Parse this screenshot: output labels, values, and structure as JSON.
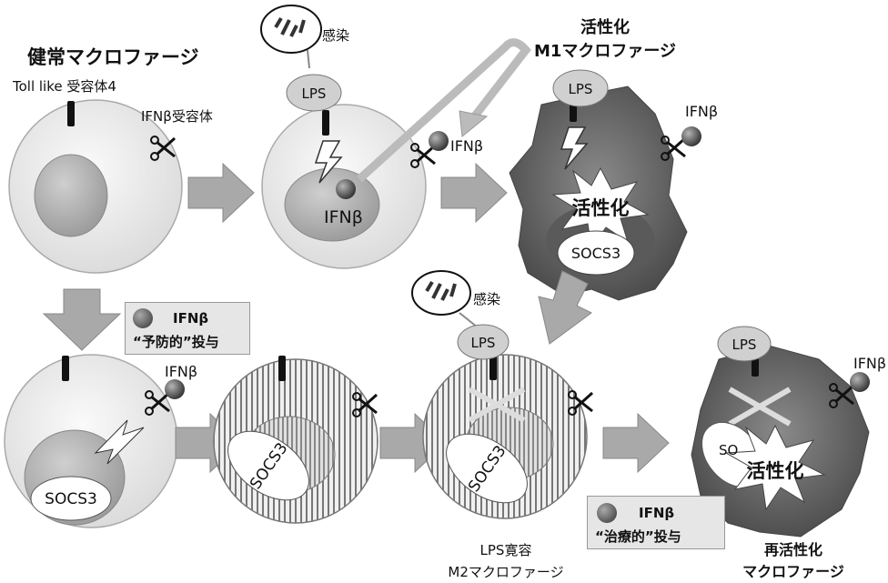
{
  "labels": {
    "healthy_title": "健常マクロファージ",
    "tlr4": "Toll like 受容体4",
    "ifnb_receptor": "IFNβ受容体",
    "infection": "感染",
    "lps": "LPS",
    "ifnb": "IFNβ",
    "activated_title_1": "活性化",
    "activated_title_2": "M1マクロファージ",
    "activation": "活性化",
    "socs3": "SOCS3",
    "preventive_ifnb": "IFNβ",
    "preventive_dose": "“予防的”投与",
    "therapeutic_ifnb": "IFNβ",
    "therapeutic_dose": "“治療的”投与",
    "tolerant_1": "LPS寛容",
    "tolerant_2": "M2マクロファージ",
    "reactivated_1": "再活性化",
    "reactivated_2": "マクロファージ",
    "partial_socs": "SO"
  },
  "colors": {
    "cell_fill": "#f1f1f1",
    "nucleus_fill": "#bdbdbd",
    "activated_cell": "#6e6e6e",
    "arrow_fill": "#a9a9a9",
    "box_fill": "#e6e6e6"
  },
  "icons": [
    "receptor-icon",
    "ifnb-ball-icon",
    "lightning-icon",
    "burst-icon",
    "bacteria-icon",
    "cross-icon",
    "arrow-icon"
  ]
}
